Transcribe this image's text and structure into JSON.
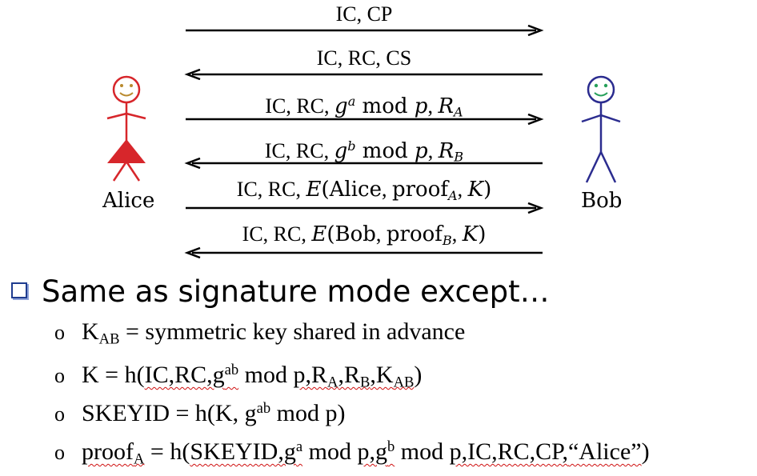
{
  "actors": {
    "alice": {
      "label": "Alice",
      "color": "#d7262b"
    },
    "bob": {
      "label": "Bob",
      "color": "#2b2c8f"
    }
  },
  "messages": {
    "m1": {
      "text": "IC, CP",
      "direction": "right"
    },
    "m2": {
      "text": "IC, RC, CS",
      "direction": "left"
    },
    "m3": {
      "prefix": "IC, RC, ",
      "g": "g",
      "exp": "a",
      "mod": " mod ",
      "p": "p",
      "sep": ", ",
      "R": "R",
      "sub": "A",
      "direction": "right"
    },
    "m4": {
      "prefix": "IC, RC, ",
      "g": "g",
      "exp": "b",
      "mod": " mod ",
      "p": "p",
      "sep": ", ",
      "R": "R",
      "sub": "B",
      "direction": "left"
    },
    "m5": {
      "prefix": "IC, RC, ",
      "E": "E",
      "open": "(",
      "name": "Alice",
      "comma1": ", ",
      "proof": "proof",
      "sub": "A",
      "comma2": ", ",
      "K": "K",
      "close": ")",
      "direction": "right"
    },
    "m6": {
      "prefix": "IC, RC, ",
      "E": "E",
      "open": "(",
      "name": "Bob",
      "comma1": ", ",
      "proof": "proof",
      "sub": "B",
      "comma2": ", ",
      "K": "K",
      "close": ")",
      "direction": "left"
    }
  },
  "headline": "Same as signature mode except…",
  "bullets": {
    "marker": "o",
    "b1": {
      "k": "K",
      "sub": "AB",
      "rest": " = symmetric key shared in advance"
    },
    "b2": {
      "a": "K = h(",
      "b": "IC,RC,g",
      "c": "ab",
      "d": " mod ",
      "e": "p,R",
      "f": "A",
      "g": ",R",
      "h": "B",
      "i": ",K",
      "j": "AB",
      "k": ")"
    },
    "b3": {
      "a": "SKEYID = h(K, g",
      "b": "ab",
      "c": " mod p)"
    },
    "b4": {
      "a": "proof",
      "b": "A",
      "c": " = h(",
      "d": "SKEYID,g",
      "e": "a",
      "f": " mod ",
      "g": "p,g",
      "h": "b",
      "i": " mod ",
      "j": "p,IC,RC,CP,",
      "k": "“Alice”",
      "l": ")"
    }
  }
}
